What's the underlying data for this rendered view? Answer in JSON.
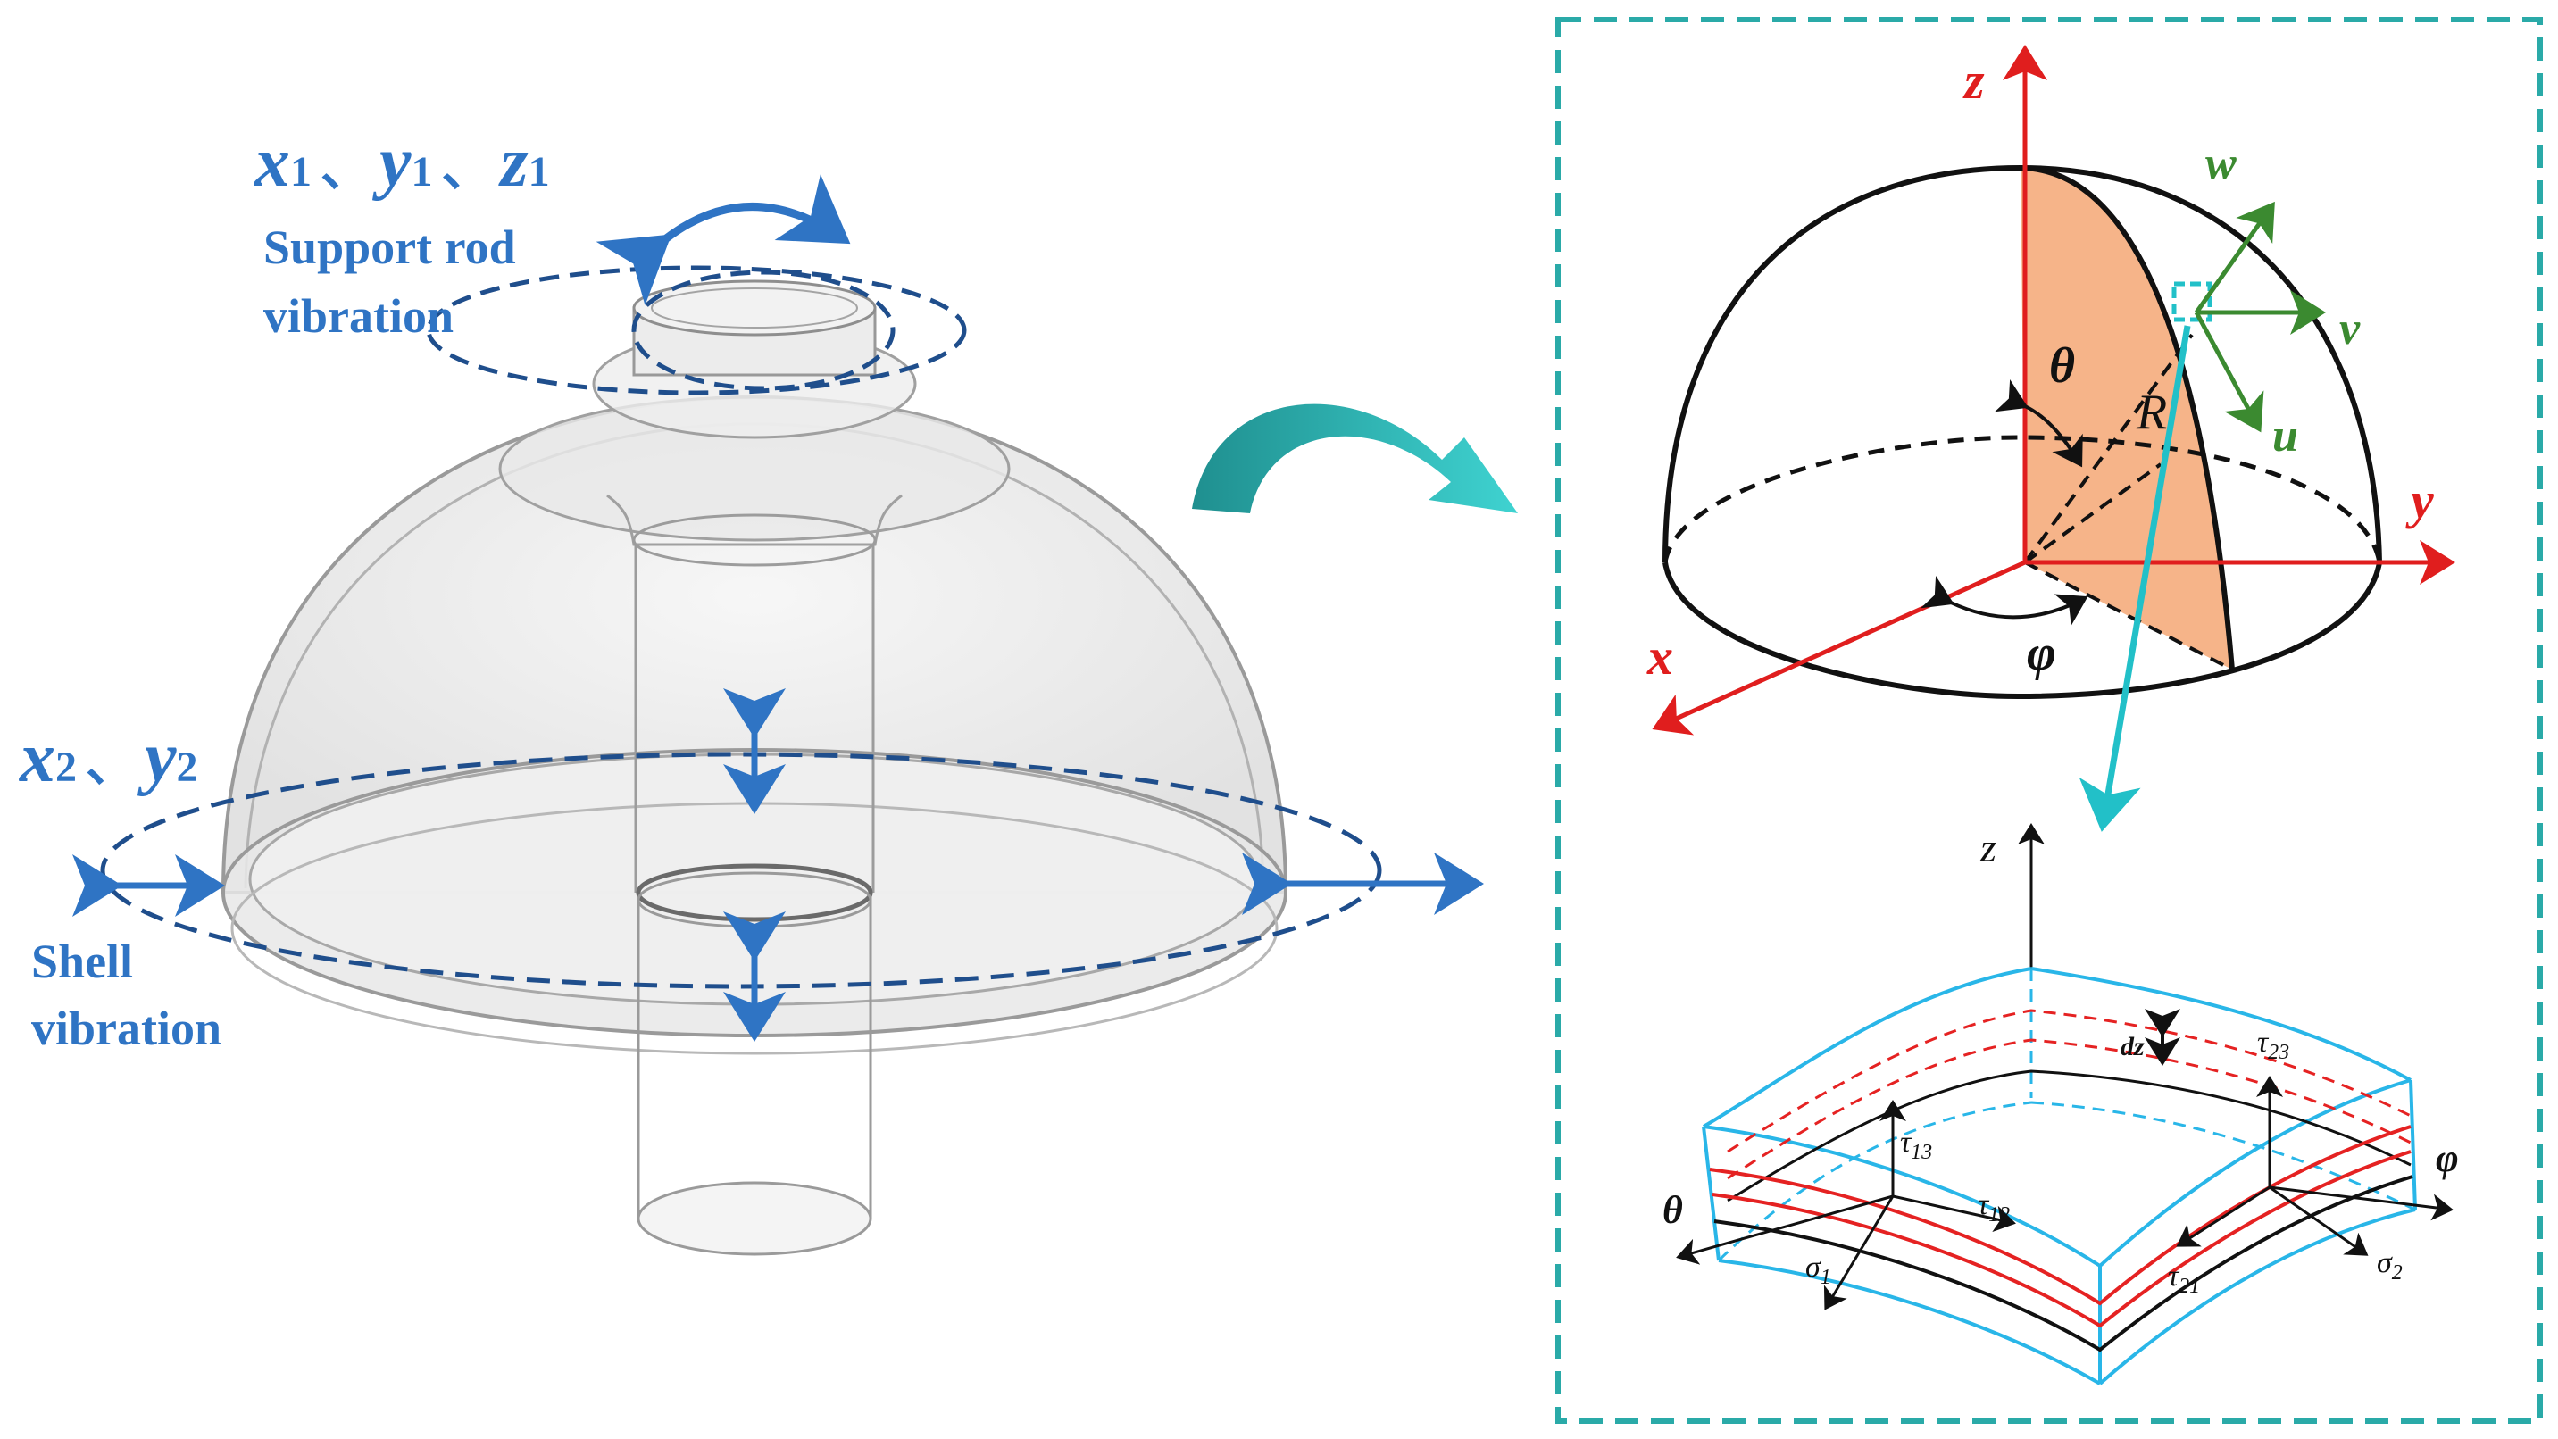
{
  "left_panel": {
    "support_coords": {
      "x": "x",
      "x_sub": "1",
      "y": "y",
      "y_sub": "1",
      "z": "z",
      "z_sub": "1",
      "sep": "、"
    },
    "support_label_line1": "Support rod",
    "support_label_line2": "vibration",
    "shell_coords": {
      "x": "x",
      "x_sub": "2",
      "y": "y",
      "y_sub": "2",
      "sep": "、"
    },
    "shell_label_line1": "Shell",
    "shell_label_line2": "vibration"
  },
  "hemisphere": {
    "axis_z": "z",
    "axis_x": "x",
    "axis_y": "y",
    "theta": "θ",
    "phi": "φ",
    "radius": "R",
    "disp_w": "w",
    "disp_v": "v",
    "disp_u": "u"
  },
  "element": {
    "axis_z": "z",
    "axis_theta": "θ",
    "axis_phi": "φ",
    "dz": "dz",
    "tau": "τ",
    "sigma": "σ",
    "sub_23": "23",
    "sub_13": "13",
    "sub_12": "12",
    "sub_21": "21",
    "sub_1": "1",
    "sub_2": "2"
  },
  "colors": {
    "label_blue": "#2f74c4",
    "axis_red": "#e01e1e",
    "disp_green": "#3b8a30",
    "section_orange": "#f6b489",
    "frame_teal": "#2aaaa8",
    "element_cyan": "#29b6e8",
    "layer_red": "#e52222"
  }
}
